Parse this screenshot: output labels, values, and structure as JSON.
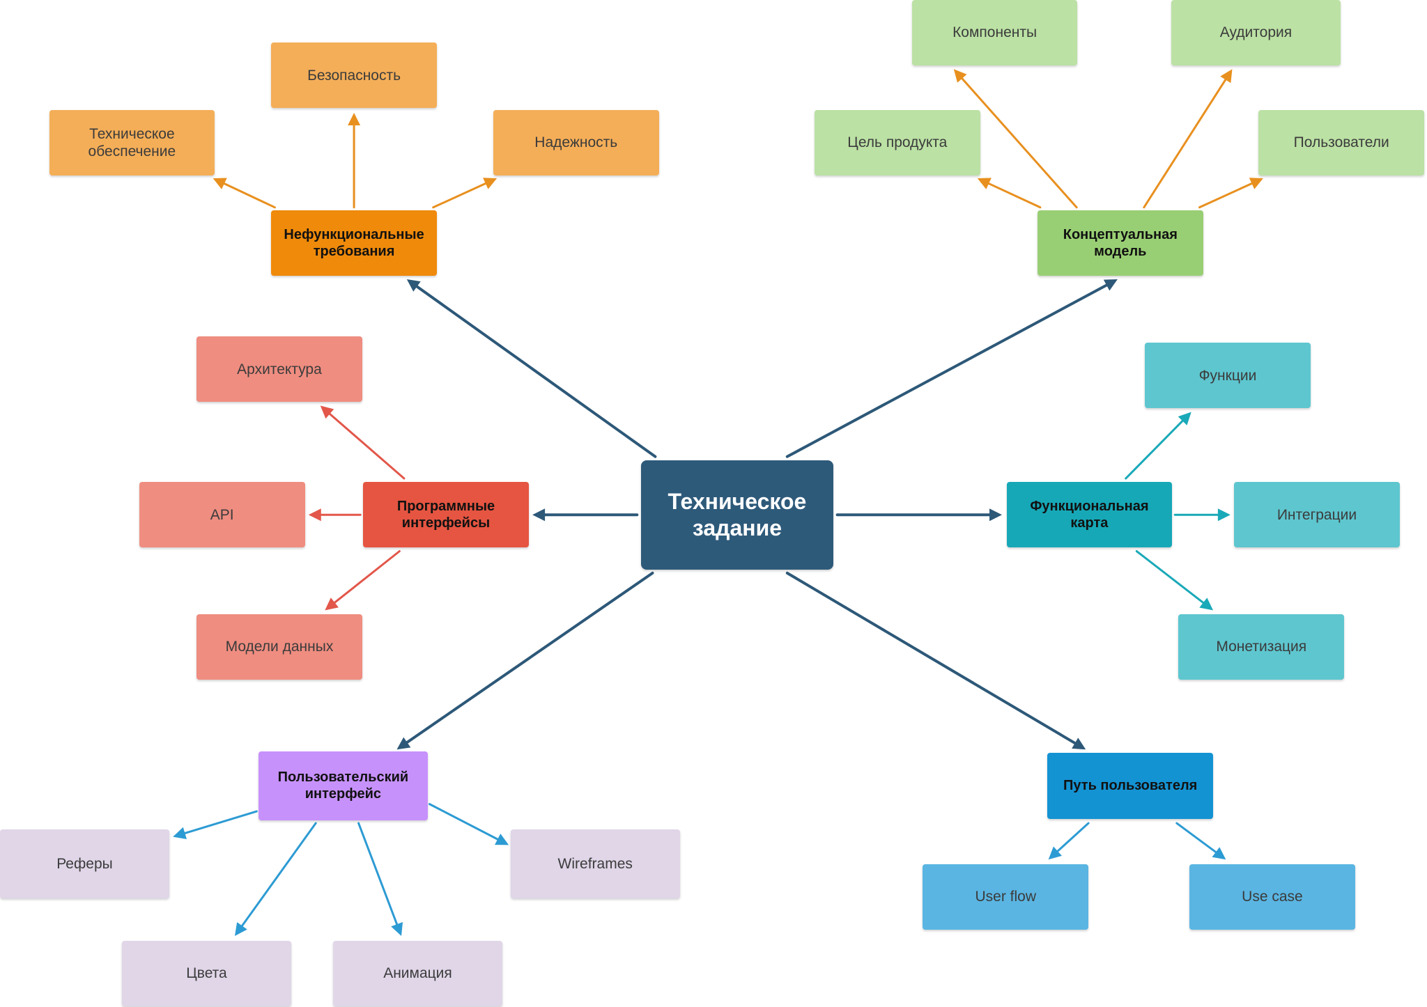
{
  "center": {
    "label": "Техническое\nзадание",
    "color": "#2e5a7a"
  },
  "branches": [
    {
      "id": "nonfunc",
      "label": "Нефункциональные\nтребования",
      "hub_color": "#ef8a0b",
      "leaf_color": "#f4ae58",
      "arrow_color": "#e8901f",
      "leaves": [
        "Техническое\nобеспечение",
        "Безопасность",
        "Надежность"
      ]
    },
    {
      "id": "concept",
      "label": "Концептуальная\nмодель",
      "hub_color": "#99cf74",
      "leaf_color": "#bbe1a4",
      "arrow_color": "#e8901f",
      "leaves": [
        "Цель продукта",
        "Компоненты",
        "Аудитория",
        "Пользователи"
      ]
    },
    {
      "id": "api",
      "label": "Программные\nинтерфейсы",
      "hub_color": "#e55541",
      "leaf_color": "#ef8d80",
      "arrow_color": "#e2574a",
      "leaves": [
        "Архитектура",
        "API",
        "Модели данных"
      ]
    },
    {
      "id": "funcmap",
      "label": "Функциональная\nкарта",
      "hub_color": "#17a8b7",
      "leaf_color": "#5ec6cf",
      "arrow_color": "#1aa9b8",
      "leaves": [
        "Функции",
        "Интеграции",
        "Монетизация"
      ]
    },
    {
      "id": "ui",
      "label": "Пользовательский\nинтерфейс",
      "hub_color": "#c791fb",
      "leaf_color": "#e0d6e8",
      "arrow_color": "#2d9bd3",
      "leaves": [
        "Реферы",
        "Цвета",
        "Анимация",
        "Wireframes"
      ]
    },
    {
      "id": "journey",
      "label": "Путь пользователя",
      "hub_color": "#1493d3",
      "leaf_color": "#5ab5e2",
      "arrow_color": "#2d9bd3",
      "leaves": [
        "User flow",
        "Use case"
      ]
    }
  ],
  "main_arrow_color": "#2d5878"
}
